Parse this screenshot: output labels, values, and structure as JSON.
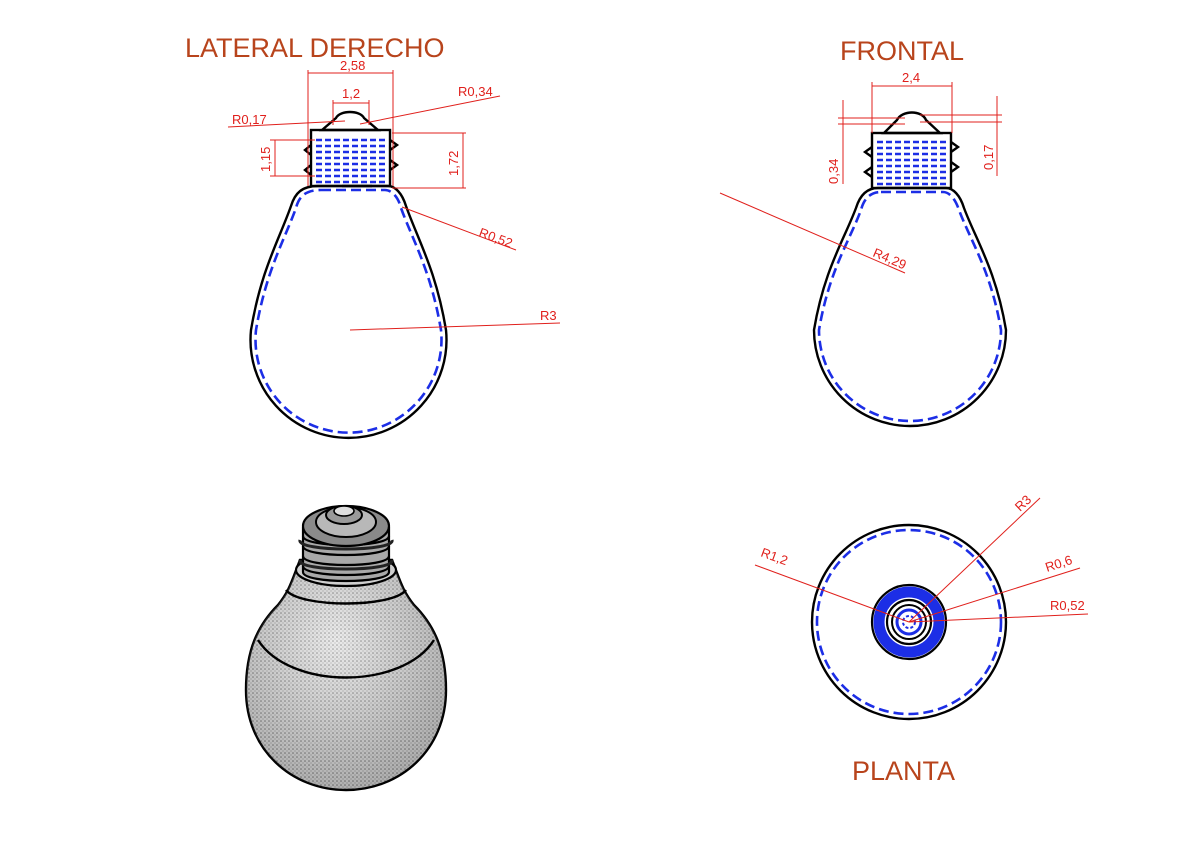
{
  "views": {
    "lateral_title": "LATERAL DERECHO",
    "frontal_title": "FRONTAL",
    "planta_title": "PLANTA"
  },
  "lateral_dims": {
    "d_258": "2,58",
    "d_12": "1,2",
    "r_034": "R0,34",
    "r_017": "R0,17",
    "d_115": "1,15",
    "d_172": "1,72",
    "r_052": "R0,52",
    "r_3": "R3"
  },
  "frontal_dims": {
    "d_24": "2,4",
    "d_034": "0,34",
    "d_017": "0,17",
    "r_429": "R4,29"
  },
  "planta_dims": {
    "r_3": "R3",
    "r_12": "R1,2",
    "r_06": "R0,6",
    "r_052": "R0,52"
  },
  "colors": {
    "title": "#b8441c",
    "dimension": "#e0201c",
    "hidden_line": "#1c2ee6",
    "outline": "#000000"
  }
}
